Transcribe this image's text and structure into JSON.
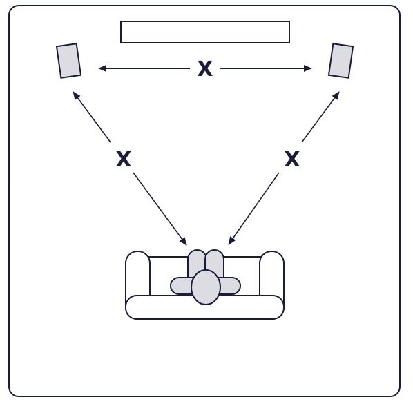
{
  "diagram": {
    "labels": {
      "top_distance": "X",
      "left_distance": "X",
      "right_distance": "X"
    },
    "colors": {
      "outline": "#1b1b3a",
      "arrow": "#1b1b3a",
      "speaker_fill": "#dcdce2",
      "person_fill": "#dcdce2",
      "background": "#ffffff"
    },
    "icons": {
      "left_speaker": "speaker-icon",
      "right_speaker": "speaker-icon",
      "screen": "tv-screen-icon",
      "sofa": "sofa-icon",
      "listener": "person-icon"
    }
  }
}
